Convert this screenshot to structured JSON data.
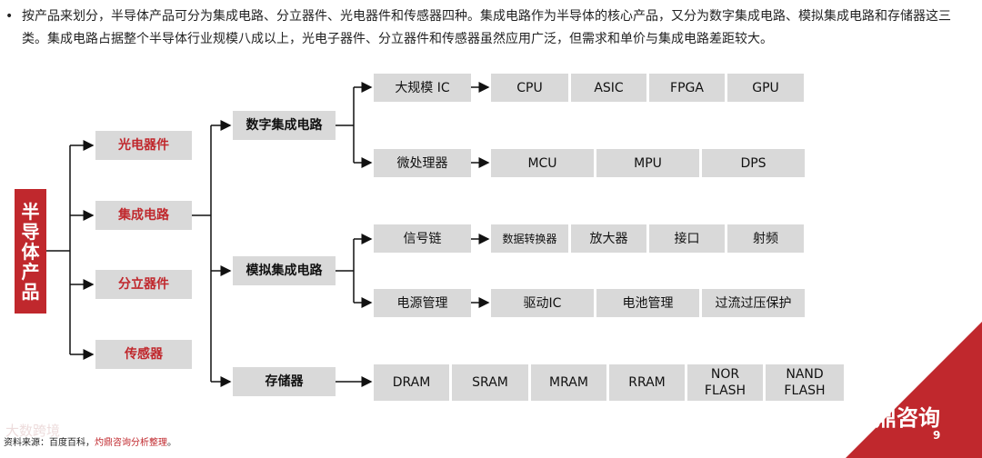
{
  "intro": {
    "bullet": "•",
    "text": "按产品来划分，半导体产品可分为集成电路、分立器件、光电器件和传感器四种。集成电路作为半导体的核心产品，又分为数字集成电路、模拟集成电路和存储器这三类。集成电路占据整个半导体行业规模八成以上，光电子器件、分立器件和传感器虽然应用广泛，但需求和单价与集成电路差距较大。"
  },
  "root": {
    "chars": [
      "半",
      "导",
      "体",
      "产",
      "品"
    ]
  },
  "level1": [
    "光电器件",
    "集成电路",
    "分立器件",
    "传感器"
  ],
  "level2": [
    "数字集成电路",
    "模拟集成电路",
    "存储器"
  ],
  "digital": {
    "large_ic": {
      "label": "大规模 IC",
      "items": [
        "CPU",
        "ASIC",
        "FPGA",
        "GPU"
      ]
    },
    "micro": {
      "label": "微处理器",
      "items": [
        "MCU",
        "MPU",
        "DPS"
      ]
    }
  },
  "analog": {
    "signal": {
      "label": "信号链",
      "items": [
        "数据转换器",
        "放大器",
        "接口",
        "射频"
      ]
    },
    "power": {
      "label": "电源管理",
      "items": [
        "驱动IC",
        "电池管理",
        "过流过压保护"
      ]
    }
  },
  "memory": {
    "items": [
      "DRAM",
      "SRAM",
      "MRAM",
      "RRAM",
      "NOR FLASH",
      "NAND FLASH"
    ]
  },
  "footer": {
    "source_prefix": "资料来源：百度百科，",
    "source_highlight": "灼鼎咨询分析整理",
    "source_suffix": "。",
    "watermark": "大数跨境",
    "brand": "灼鼎咨询",
    "page": "9"
  },
  "colors": {
    "accent": "#c0282d",
    "box": "#d9d9d9"
  }
}
